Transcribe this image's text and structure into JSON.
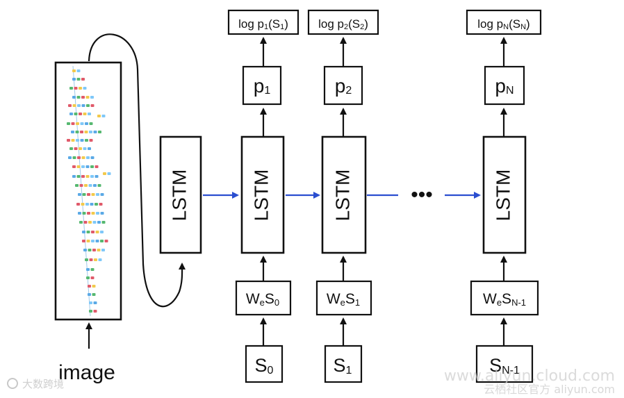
{
  "image_label": "image",
  "initial_lstm_label": "LSTM",
  "ellipsis": "•••",
  "columns": [
    {
      "input_main": "S",
      "input_sub": "0",
      "embed_main": "W",
      "embed_e": "e",
      "embed_s": "S",
      "embed_sub": "0",
      "lstm": "LSTM",
      "prob_main": "p",
      "prob_sub": "1",
      "log_prefix": "log p",
      "log_sub": "1",
      "log_arg": "(S",
      "log_arg_sub": "1",
      "log_close": ")"
    },
    {
      "input_main": "S",
      "input_sub": "1",
      "embed_main": "W",
      "embed_e": "e",
      "embed_s": "S",
      "embed_sub": "1",
      "lstm": "LSTM",
      "prob_main": "p",
      "prob_sub": "2",
      "log_prefix": "log p",
      "log_sub": "2",
      "log_arg": "(S",
      "log_arg_sub": "2",
      "log_close": ")"
    },
    {
      "input_main": "S",
      "input_sub": "N-1",
      "embed_main": "W",
      "embed_e": "e",
      "embed_s": "S",
      "embed_sub": "N-1",
      "lstm": "LSTM",
      "prob_main": "p",
      "prob_sub": "N",
      "log_prefix": "log p",
      "log_sub": "N",
      "log_arg": "(S",
      "log_arg_sub": "N",
      "log_close": ")"
    }
  ],
  "watermarks": {
    "left": "大数跨境",
    "right_top": "www.aliyun.cloud.com",
    "right_bottom": "云栖社区官方 aliyun.com"
  }
}
